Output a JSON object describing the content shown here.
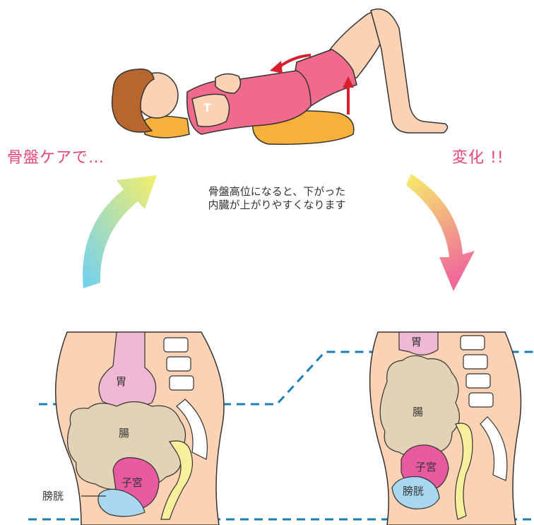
{
  "captions": {
    "left": "骨盤ケアで…",
    "right": "変化 !!",
    "center_line1": "骨盤高位になると、下がった",
    "center_line2": "内臓が上がりやすくなります"
  },
  "labels": {
    "stomach": "胃",
    "intestine": "腸",
    "uterus": "子宮",
    "bladder": "膀胱",
    "shirt": "T"
  },
  "colors": {
    "accent": "#e8457a",
    "skin": "#fbd3b4",
    "shirt": "#f06a8c",
    "cushion": "#f7b13b",
    "hair": "#b9662e",
    "stomach": "#f0b8d2",
    "intestine": "#e2d3b7",
    "uterus": "#e85aa0",
    "bladder": "#a9d7f0",
    "colon": "#f7ef9c",
    "dash_line": "#1d7fb5"
  }
}
